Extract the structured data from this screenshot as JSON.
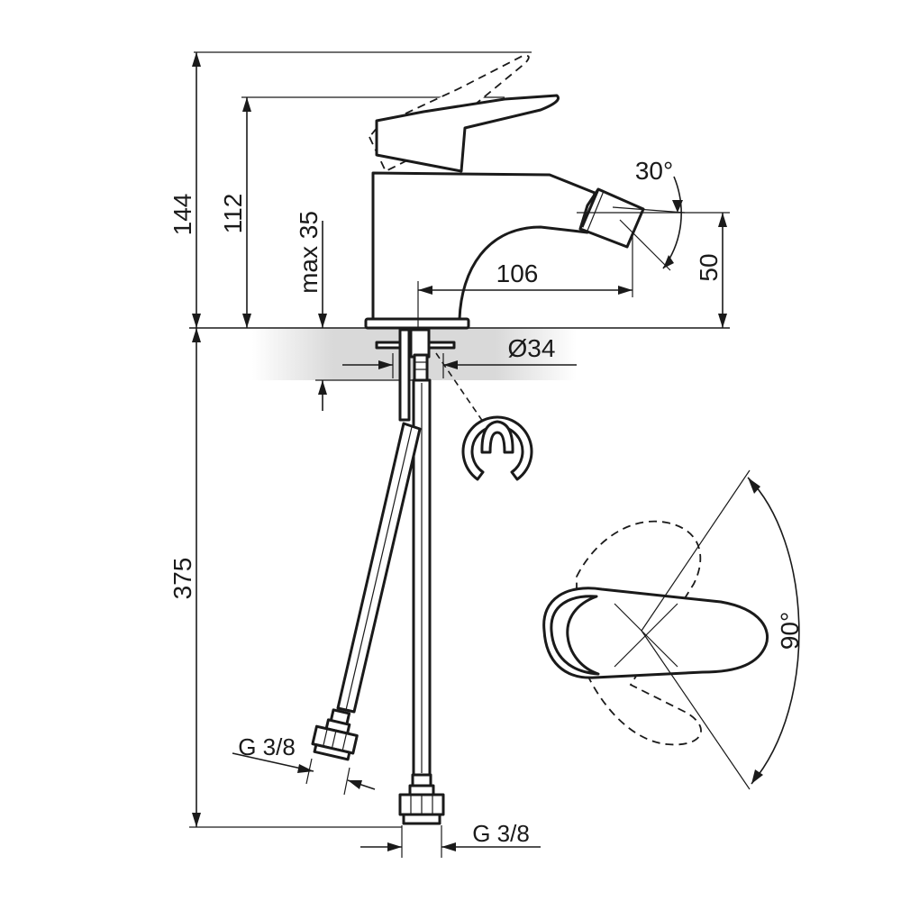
{
  "drawing": {
    "dimensions": {
      "total_height": "144",
      "handle_height": "112",
      "max_deck": "max 35",
      "spout_reach": "106",
      "spout_height": "50",
      "spout_angle": "30°",
      "hole_diameter": "Ø34",
      "hose_length": "375",
      "hose_thread_left": "G 3/8",
      "hose_thread_right": "G 3/8",
      "handle_rotation": "90°"
    }
  }
}
